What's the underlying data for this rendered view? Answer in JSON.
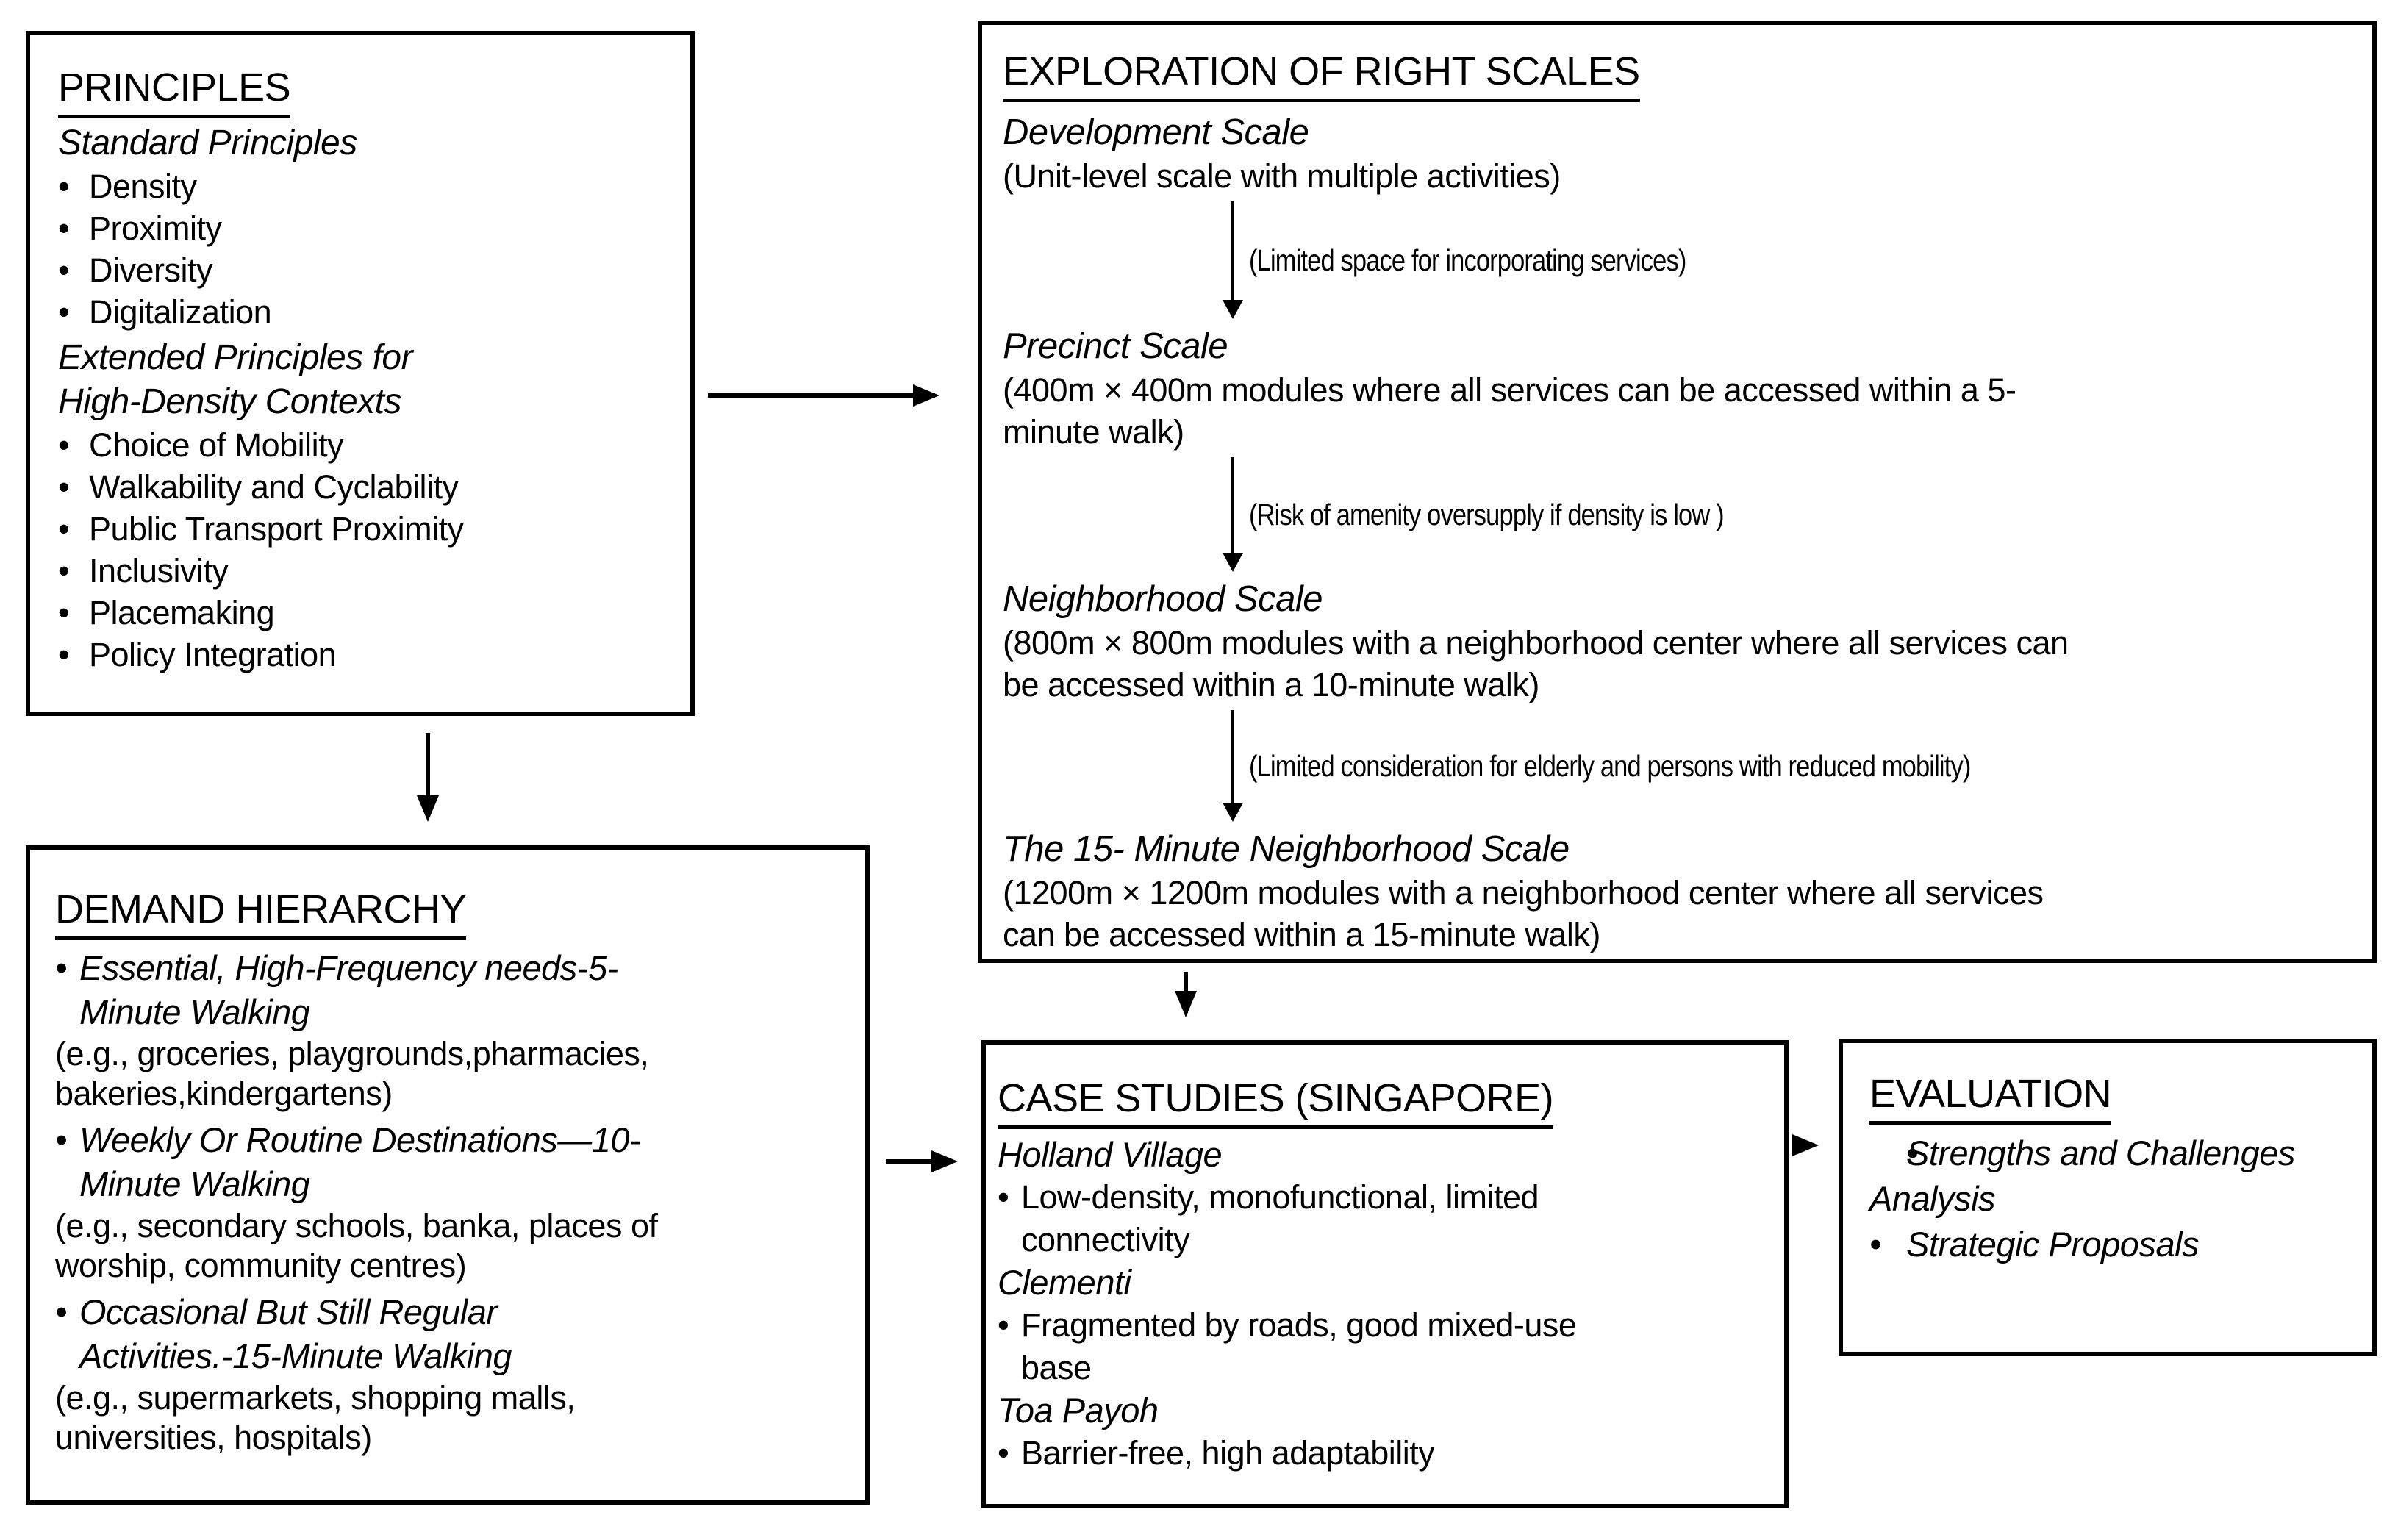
{
  "colors": {
    "ink": "#000000",
    "paper": "#ffffff"
  },
  "principles": {
    "title": "PRINCIPLES",
    "groups": [
      {
        "subtitle": "Standard Principles",
        "items": [
          "Density",
          "Proximity",
          "Diversity",
          "Digitalization"
        ]
      },
      {
        "subtitle": "Extended Principles for\nHigh-Density Contexts",
        "items": [
          "Choice of Mobility",
          "Walkability and Cyclability",
          "Public Transport Proximity",
          "Inclusivity",
          "Placemaking",
          "Policy Integration"
        ]
      }
    ]
  },
  "exploration": {
    "title": "EXPLORATION OF RIGHT SCALES",
    "stages": [
      {
        "name": "Development Scale",
        "desc": "(Unit-level scale with multiple activities)",
        "note": "(Limited space for incorporating services)"
      },
      {
        "name": "Precinct Scale",
        "desc": "(400m × 400m modules where all services can be accessed within a 5-\nminute walk)",
        "note": "(Risk of amenity oversupply if density is low )"
      },
      {
        "name": "Neighborhood Scale",
        "desc": "(800m × 800m modules with a neighborhood center where all services can\nbe accessed within a 10-minute walk)",
        "note": "(Limited consideration for elderly and persons with reduced mobility)"
      },
      {
        "name": "The 15- Minute Neighborhood Scale",
        "desc": "(1200m × 1200m modules with a neighborhood center where all services\ncan be accessed within a 15-minute walk)"
      }
    ]
  },
  "demand": {
    "title": "DEMAND HIERARCHY",
    "tiers": [
      {
        "label": "Essential, High-Frequency needs-5-\nMinute Walking",
        "examples": "(e.g.,  groceries, playgrounds,pharmacies,\nbakeries,kindergartens)"
      },
      {
        "label": "Weekly Or Routine Destinations—10-\nMinute Walking",
        "examples": "(e.g., secondary schools, banka, places of\nworship, community centres)"
      },
      {
        "label": "Occasional But Still Regular\nActivities.-15-Minute Walking",
        "examples": "(e.g., supermarkets, shopping malls,\nuniversities, hospitals)"
      }
    ]
  },
  "case_studies": {
    "title": "CASE STUDIES (SINGAPORE)",
    "cases": [
      {
        "name": "Holland Village",
        "points": [
          "Low-density, monofunctional, limited\nconnectivity"
        ]
      },
      {
        "name": "Clementi",
        "points": [
          "Fragmented by roads, good mixed-use\nbase"
        ]
      },
      {
        "name": "Toa Payoh",
        "points": [
          "Barrier-free, high adaptability"
        ]
      }
    ]
  },
  "evaluation": {
    "title": "EVALUATION",
    "items": [
      {
        "text": "Strengths and Challenges\nAnalysis",
        "outdent": true
      },
      {
        "text": "Strategic Proposals",
        "outdent": false
      }
    ]
  },
  "bullet_glyph": "•"
}
